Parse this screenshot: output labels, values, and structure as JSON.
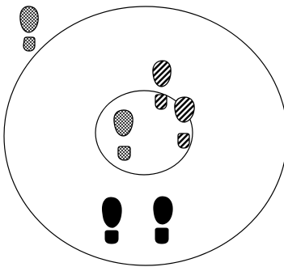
{
  "diagram": {
    "colors": {
      "line": "#000000",
      "background": "#ffffff",
      "solid_print": "#000000"
    },
    "rings": [
      {
        "name": "outer-ring"
      },
      {
        "name": "inner-ring"
      }
    ],
    "footprints": [
      {
        "name": "crosshatch-footprint-top-left",
        "style": "crosshatch"
      },
      {
        "name": "diagonal-footprint-upper-center",
        "style": "diagonal"
      },
      {
        "name": "diagonal-footprint-right",
        "style": "diagonal"
      },
      {
        "name": "crosshatch-footprint-inner-circle",
        "style": "crosshatch"
      },
      {
        "name": "solid-footprint-left",
        "style": "solid"
      },
      {
        "name": "solid-footprint-right",
        "style": "solid"
      }
    ]
  }
}
